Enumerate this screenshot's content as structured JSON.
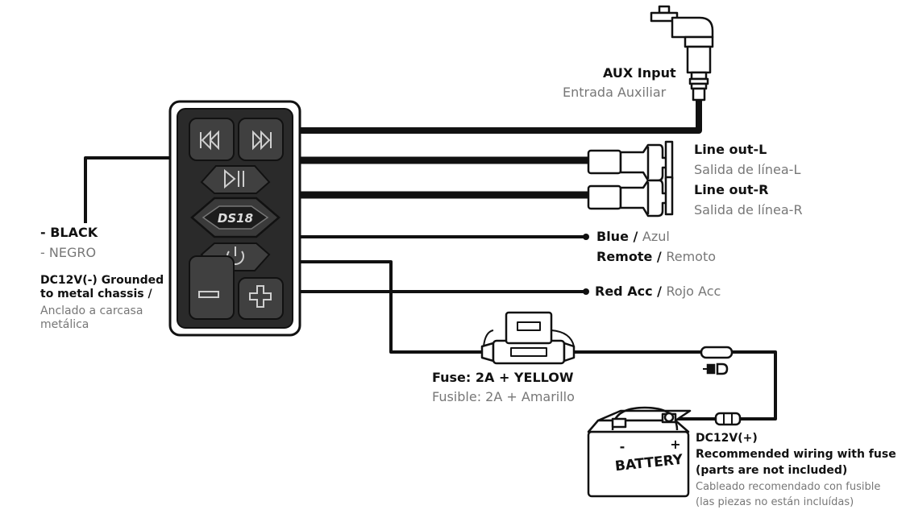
{
  "logo_text": "DS18",
  "labels": {
    "aux_en": "AUX Input",
    "aux_es": "Entrada Auxiliar",
    "lineL_en": "Line out-L",
    "lineL_es": "Salida de línea-L",
    "lineR_en": "Line out-R",
    "lineR_es": "Salida de línea-R",
    "blue_en": "Blue",
    "blue_sep": " / ",
    "blue_es": "Azul",
    "remote_en": "Remote",
    "remote_sep": " / ",
    "remote_es": "Remoto",
    "red_en": "Red Acc",
    "red_sep": " / ",
    "red_es": "Rojo Acc",
    "black_en": "- BLACK",
    "black_es": "- NEGRO",
    "ground_en_1": "DC12V(-) Grounded",
    "ground_en_2": "to metal chassis /",
    "ground_es_1": "Anclado a carcasa",
    "ground_es_2": "metálica",
    "fuse_en": "Fuse: 2A + YELLOW",
    "fuse_es": "Fusible: 2A + Amarillo",
    "dc_en_1": "DC12V(+)",
    "dc_en_2": "Recommended wiring with fuse",
    "dc_en_3": "(parts are not included)",
    "dc_es_1": "Cableado recomendado con fusible",
    "dc_es_2": "(las piezas no están incluídas)"
  },
  "battery": {
    "label": "BATTERY",
    "minus": "-",
    "plus": "+"
  },
  "icons": {
    "prev": "skip-back-icon",
    "next": "skip-forward-icon",
    "play": "play-pause-icon",
    "power": "power-icon",
    "vol_down": "minus-icon",
    "vol_up": "plus-icon"
  },
  "colors": {
    "ink": "#111111",
    "muted": "#777777",
    "panel": "#2a2a2a"
  }
}
